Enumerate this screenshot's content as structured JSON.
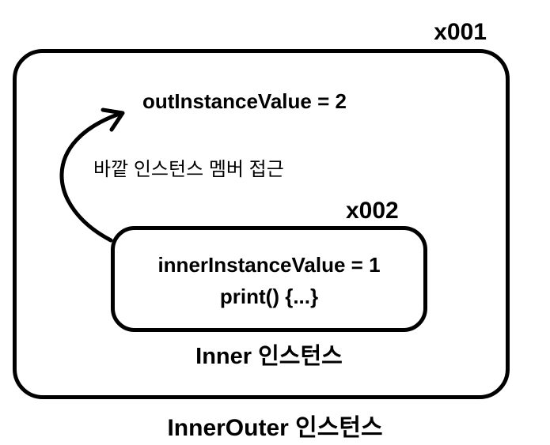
{
  "outer": {
    "address": "x001",
    "field": "outInstanceValue = 2",
    "caption": "InnerOuter 인스턴스"
  },
  "inner": {
    "address": "x002",
    "field": "innerInstanceValue = 1",
    "method": "print() {...}",
    "caption": "Inner 인스턴스"
  },
  "arrow": {
    "label": "바깥 인스턴스 멤버 접근",
    "icon": "curved-arrow-icon"
  },
  "colors": {
    "stroke": "#000000",
    "background": "#ffffff"
  }
}
